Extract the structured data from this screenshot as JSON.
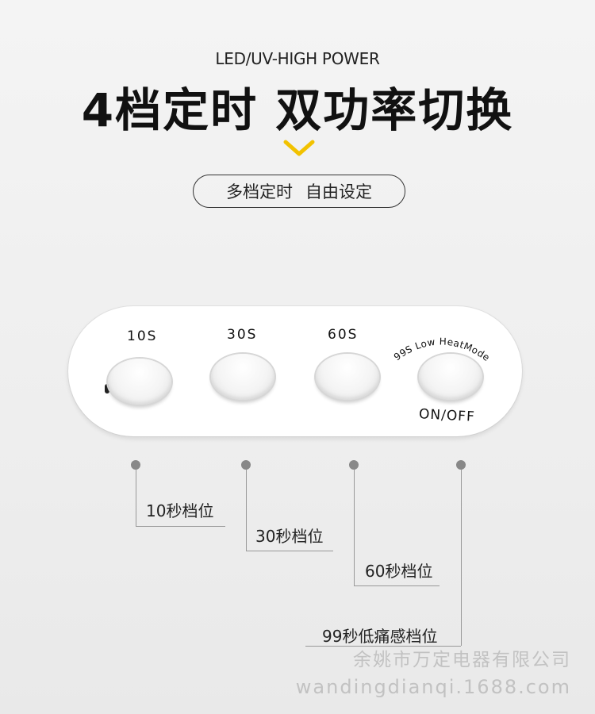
{
  "header": {
    "subtitle_en": "LED/UV-HIGH POWER",
    "headline": "4档定时 双功率切换",
    "chevron_color": "#f2c200",
    "pill": {
      "left": "多档定时",
      "right": "自由设定"
    }
  },
  "panel": {
    "buttons": [
      {
        "label": "10S"
      },
      {
        "label": "30S"
      },
      {
        "label": "60S"
      },
      {
        "label": "99S Low HeatMode",
        "sublabel": "ON/OFF"
      }
    ]
  },
  "callouts": [
    {
      "text": "10秒档位"
    },
    {
      "text": "30秒档位"
    },
    {
      "text": "60秒档位"
    },
    {
      "text": "99秒低痛感档位"
    }
  ],
  "watermark": {
    "company": "余姚市万定电器有限公司",
    "site": "wandingdianqi.1688.com"
  }
}
